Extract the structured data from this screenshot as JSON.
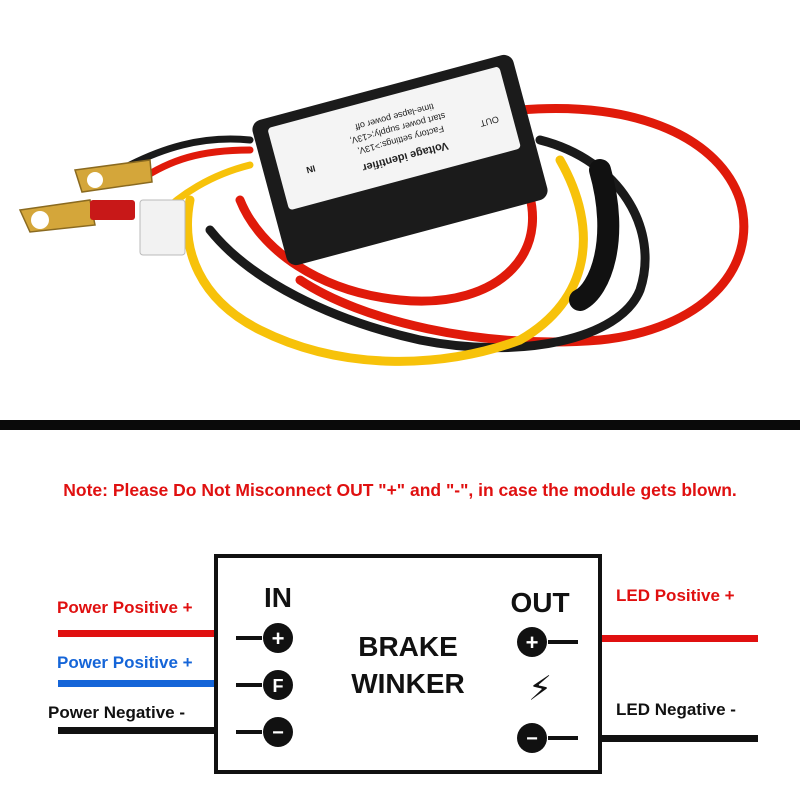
{
  "colors": {
    "red": "#e01010",
    "blue": "#1565d8",
    "black": "#111111",
    "note_red": "#e01010"
  },
  "note": "Note: Please Do Not Misconnect OUT \"+\" and \"-\", in case the module gets blown.",
  "product_label": {
    "title": "Voltage identifier",
    "in_label": "IN",
    "out_label": "OUT",
    "line1": "Factory settings:>13V,",
    "line2": "start power supply;<13V,",
    "line3": "time-lapse power off"
  },
  "module": {
    "in_label": "IN",
    "out_label": "OUT",
    "name_line1": "BRAKE",
    "name_line2": "WINKER",
    "in_pins": [
      "+",
      "F",
      "−"
    ],
    "out_pins": [
      "+",
      "⚡",
      "−"
    ]
  },
  "wires": {
    "left": [
      {
        "label": "Power Positive +",
        "color": "red"
      },
      {
        "label": "Power Positive +",
        "color": "blue"
      },
      {
        "label": "Power Negative -",
        "color": "black"
      }
    ],
    "right": [
      {
        "label": "LED Positive +",
        "color": "red"
      },
      {
        "label": "LED Negative -",
        "color": "black"
      }
    ]
  }
}
